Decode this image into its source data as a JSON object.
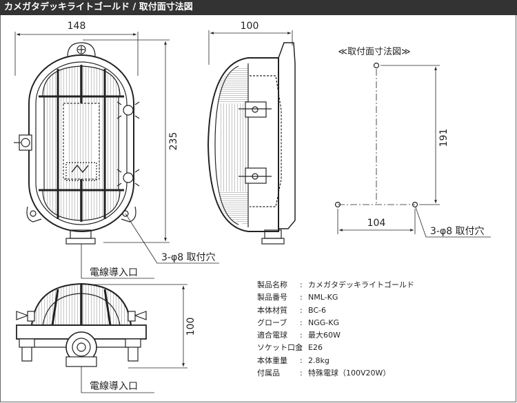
{
  "header": {
    "title": "カメガタデッキライトゴールド / 取付面寸法図"
  },
  "front_view": {
    "width_dim": "148",
    "height_dim": "235",
    "hole_callout": "3-φ8 取付穴",
    "cable_label": "電線導入口"
  },
  "side_view": {
    "depth_dim": "100"
  },
  "mount_view": {
    "title": "≪取付面寸法図≫",
    "vertical_dim": "191",
    "horizontal_dim": "104",
    "hole_callout": "3-φ8 取付穴"
  },
  "bottom_view": {
    "height_dim": "100",
    "cable_label": "電線導入口"
  },
  "specs": [
    {
      "label": "製品名称",
      "value": "カメガタデッキライトゴールド"
    },
    {
      "label": "製品番号",
      "value": "NML-KG"
    },
    {
      "label": "本体材質",
      "value": "BC-6"
    },
    {
      "label": "グローブ",
      "value": "NGG-KG"
    },
    {
      "label": "適合電球",
      "value": "最大60W"
    },
    {
      "label": "ソケット口金",
      "value": "E26"
    },
    {
      "label": "本体重量",
      "value": "2.8kg"
    },
    {
      "label": "付属品",
      "value": "特殊電球（100V20W）"
    }
  ],
  "spec_separator": ":"
}
